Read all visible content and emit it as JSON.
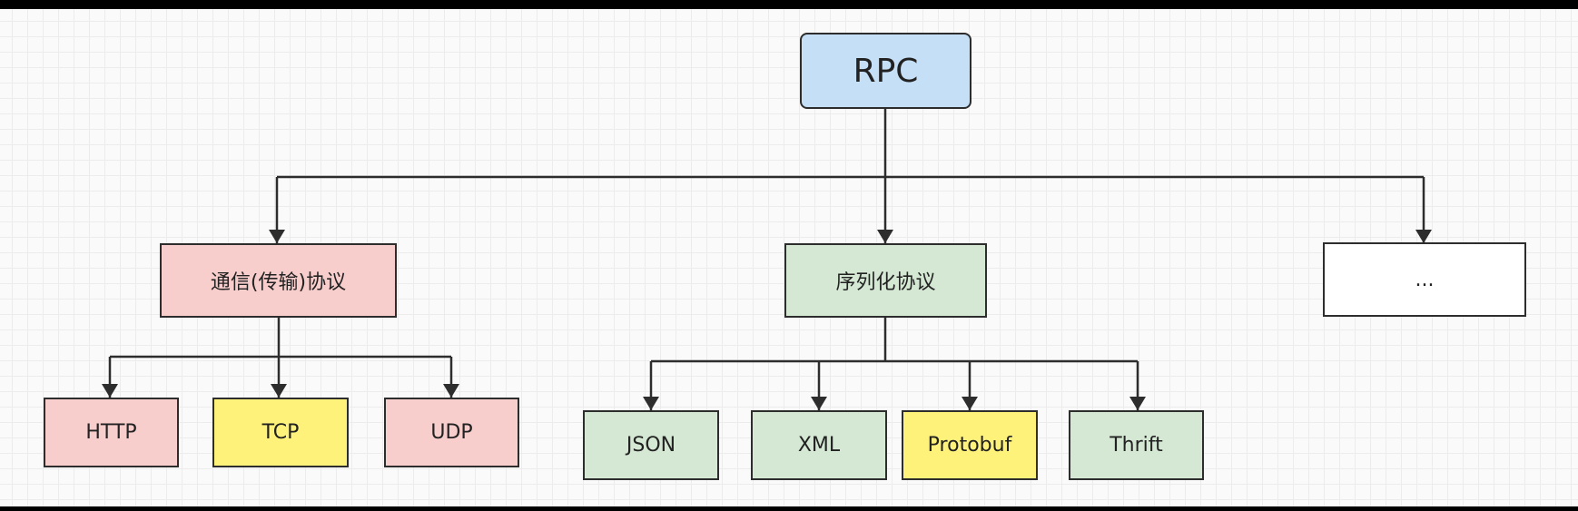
{
  "colors": {
    "rpc_fill": "#c5dff7",
    "transport_fill": "#f8cecc",
    "serialization_fill": "#d5e8d4",
    "highlight_fill": "#fff27a",
    "other_fill": "#ffffff",
    "stroke": "#2d2d2d"
  },
  "diagram": {
    "root": {
      "label": "RPC"
    },
    "categories": [
      {
        "label": "通信(传输)协议"
      },
      {
        "label": "序列化协议"
      },
      {
        "label": "..."
      }
    ],
    "transport_protocols": [
      {
        "label": "HTTP"
      },
      {
        "label": "TCP"
      },
      {
        "label": "UDP"
      }
    ],
    "serialization_protocols": [
      {
        "label": "JSON"
      },
      {
        "label": "XML"
      },
      {
        "label": "Protobuf"
      },
      {
        "label": "Thrift"
      }
    ]
  }
}
